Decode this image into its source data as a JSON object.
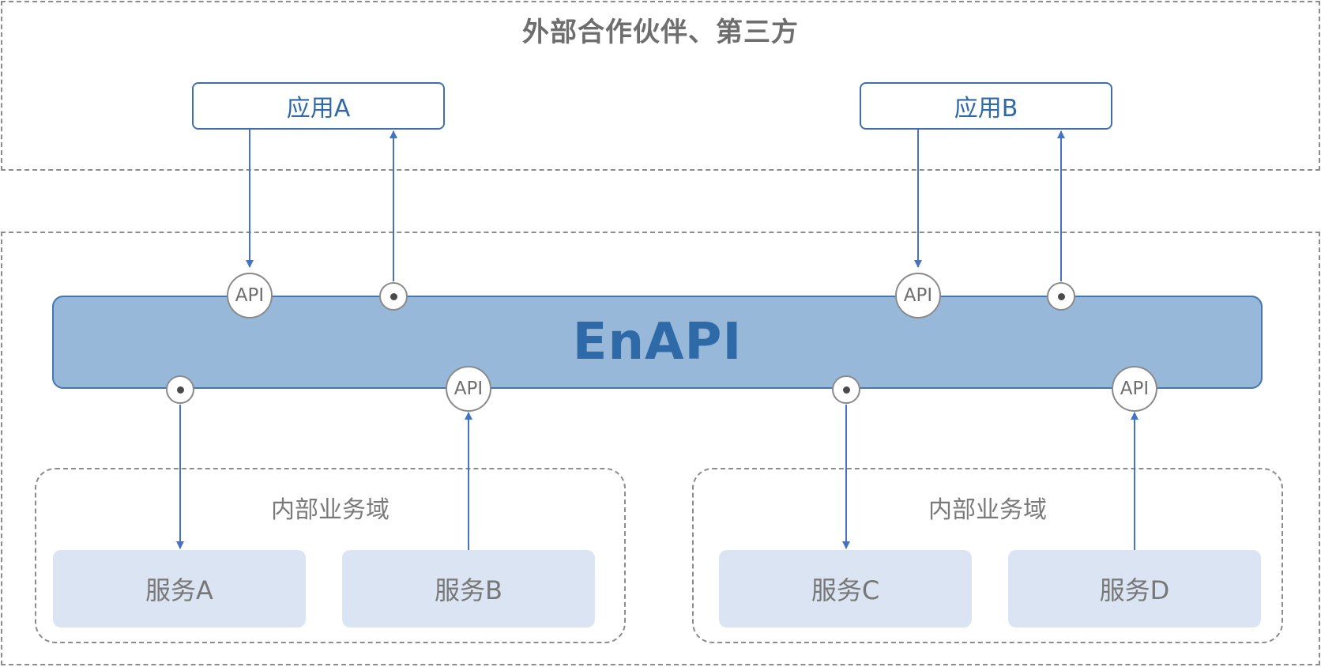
{
  "external_zone": {
    "title": "外部合作伙伴、第三方"
  },
  "apps": [
    {
      "label": "应用A"
    },
    {
      "label": "应用B"
    }
  ],
  "bus": {
    "title": "EnAPI"
  },
  "api_nodes": [
    {
      "label": "API"
    },
    {
      "label": "API"
    },
    {
      "label": "API"
    },
    {
      "label": "API"
    }
  ],
  "domains": [
    {
      "title": "内部业务域"
    },
    {
      "title": "内部业务域"
    }
  ],
  "services": [
    {
      "label": "服务A"
    },
    {
      "label": "服务B"
    },
    {
      "label": "服务C"
    },
    {
      "label": "服务D"
    }
  ],
  "colors": {
    "arrow": "#4472c4",
    "bus_fill": "#98b8d9",
    "bus_text": "#2e6aa8",
    "service_fill": "#dbe4f2"
  }
}
